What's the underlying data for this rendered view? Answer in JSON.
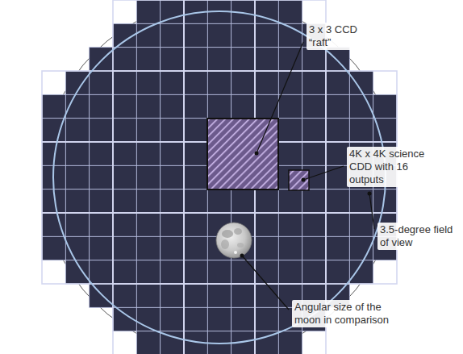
{
  "diagram": {
    "labels": [
      "3 x 3 CCD “raft”",
      "4K x 4K science CDD with 16 outputs",
      "3.5-degree field of view",
      "Angular size of the moon in comparison"
    ]
  }
}
